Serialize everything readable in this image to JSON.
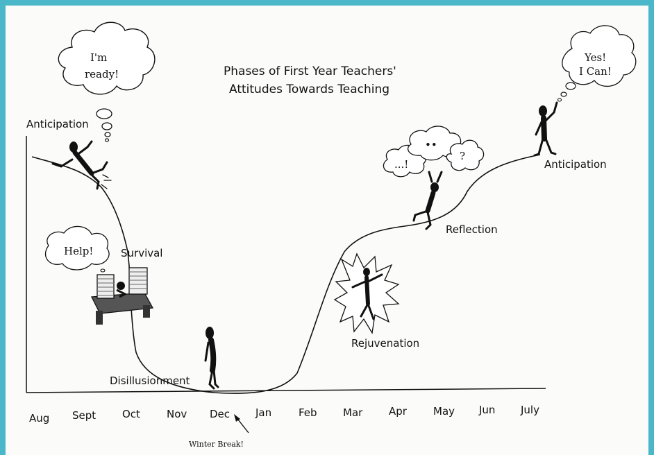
{
  "title_line1": "Phases of First Year Teachers'",
  "title_line2": "Attitudes Towards Teaching",
  "months": [
    "Aug",
    "Sept",
    "Oct",
    "Nov",
    "Dec",
    "Jan",
    "Feb",
    "Mar",
    "Apr",
    "May",
    "Jun",
    "July"
  ],
  "phases": {
    "anticipation_start": "Anticipation",
    "survival": "Survival",
    "disillusionment": "Disillusionment",
    "rejuvenation": "Rejuvenation",
    "reflection": "Reflection",
    "anticipation_end": "Anticipation"
  },
  "bubbles": {
    "ready_line1": "I'm",
    "ready_line2": "ready!",
    "help": "Help!",
    "yes_line1": "Yes!",
    "yes_line2": "I Can!",
    "thought_left": "...!",
    "thought_mid": "••",
    "thought_right": "?"
  },
  "winter_break": "Winter Break!"
}
